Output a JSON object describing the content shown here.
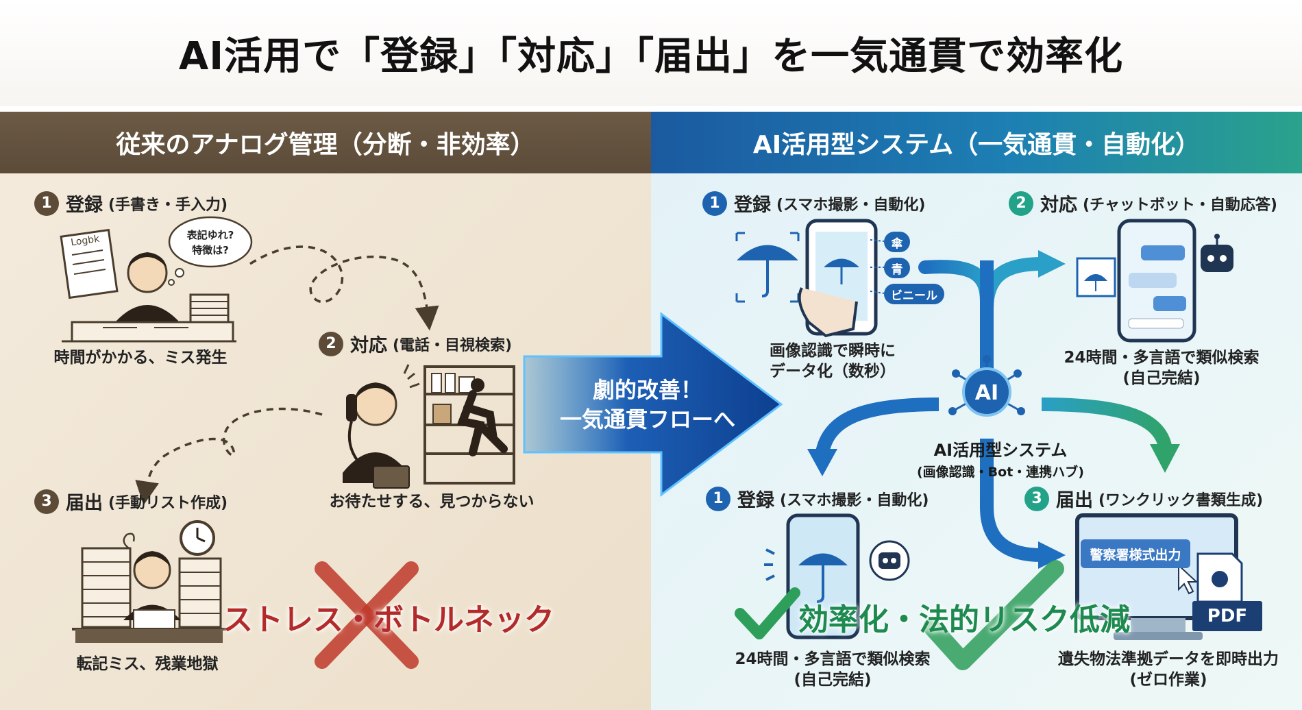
{
  "title": "AI活用で「登録」「対応」「届出」を一気通貫で効率化",
  "left": {
    "header": "従来のアナログ管理（分断・非効率）",
    "steps": [
      {
        "num": "1",
        "label": "登録",
        "sub": "(手書き・手入力)",
        "caption": "時間がかかる、ミス発生"
      },
      {
        "num": "2",
        "label": "対応",
        "sub": "(電話・目視検索)",
        "caption": "お待たせする、見つからない"
      },
      {
        "num": "3",
        "label": "届出",
        "sub": "(手動リスト作成)",
        "caption": "転記ミス、残業地獄"
      }
    ],
    "bubble": {
      "line1": "表記ゆれ?",
      "line2": "特徴は?"
    },
    "notebook_label": "Logbk",
    "stress": "ストレス・ボトルネック"
  },
  "center_arrow": {
    "line1": "劇的改善！",
    "line2": "一気通貫フローへ"
  },
  "right": {
    "header": "AI活用型システム（一気通貫・自動化）",
    "step1_top": {
      "num": "1",
      "label": "登録",
      "sub": "(スマホ撮影・自動化)",
      "caption1": "画像認識で瞬時に",
      "caption2": "データ化（数秒）"
    },
    "tags": [
      "傘",
      "青",
      "ビニール"
    ],
    "step2": {
      "num": "2",
      "label": "対応",
      "sub": "(チャットボット・自動応答)",
      "caption1": "24時間・多言語で類似検索",
      "caption2": "(自己完結)"
    },
    "hub": {
      "label": "AI",
      "title": "AI活用型システム",
      "subtitle": "(画像認識・Bot・連携ハブ)"
    },
    "step1_bottom": {
      "num": "1",
      "label": "登録",
      "sub": "(スマホ撮影・自動化)",
      "caption1": "24時間・多言語で類似検索",
      "caption2": "(自己完結)"
    },
    "step3": {
      "num": "3",
      "label": "届出",
      "sub": "(ワンクリック書類生成)",
      "caption1": "遺失物法準拠データを即時出力",
      "caption2": "(ゼロ作業)"
    },
    "output_button": "警察署様式出力",
    "pdf": "PDF",
    "efficiency": "効率化・法的リスク低減"
  },
  "colors": {
    "brown": "#5d4b37",
    "blue": "#1e63b0",
    "teal": "#23a28a",
    "red": "#c0392b",
    "green": "#2e9e5b"
  }
}
